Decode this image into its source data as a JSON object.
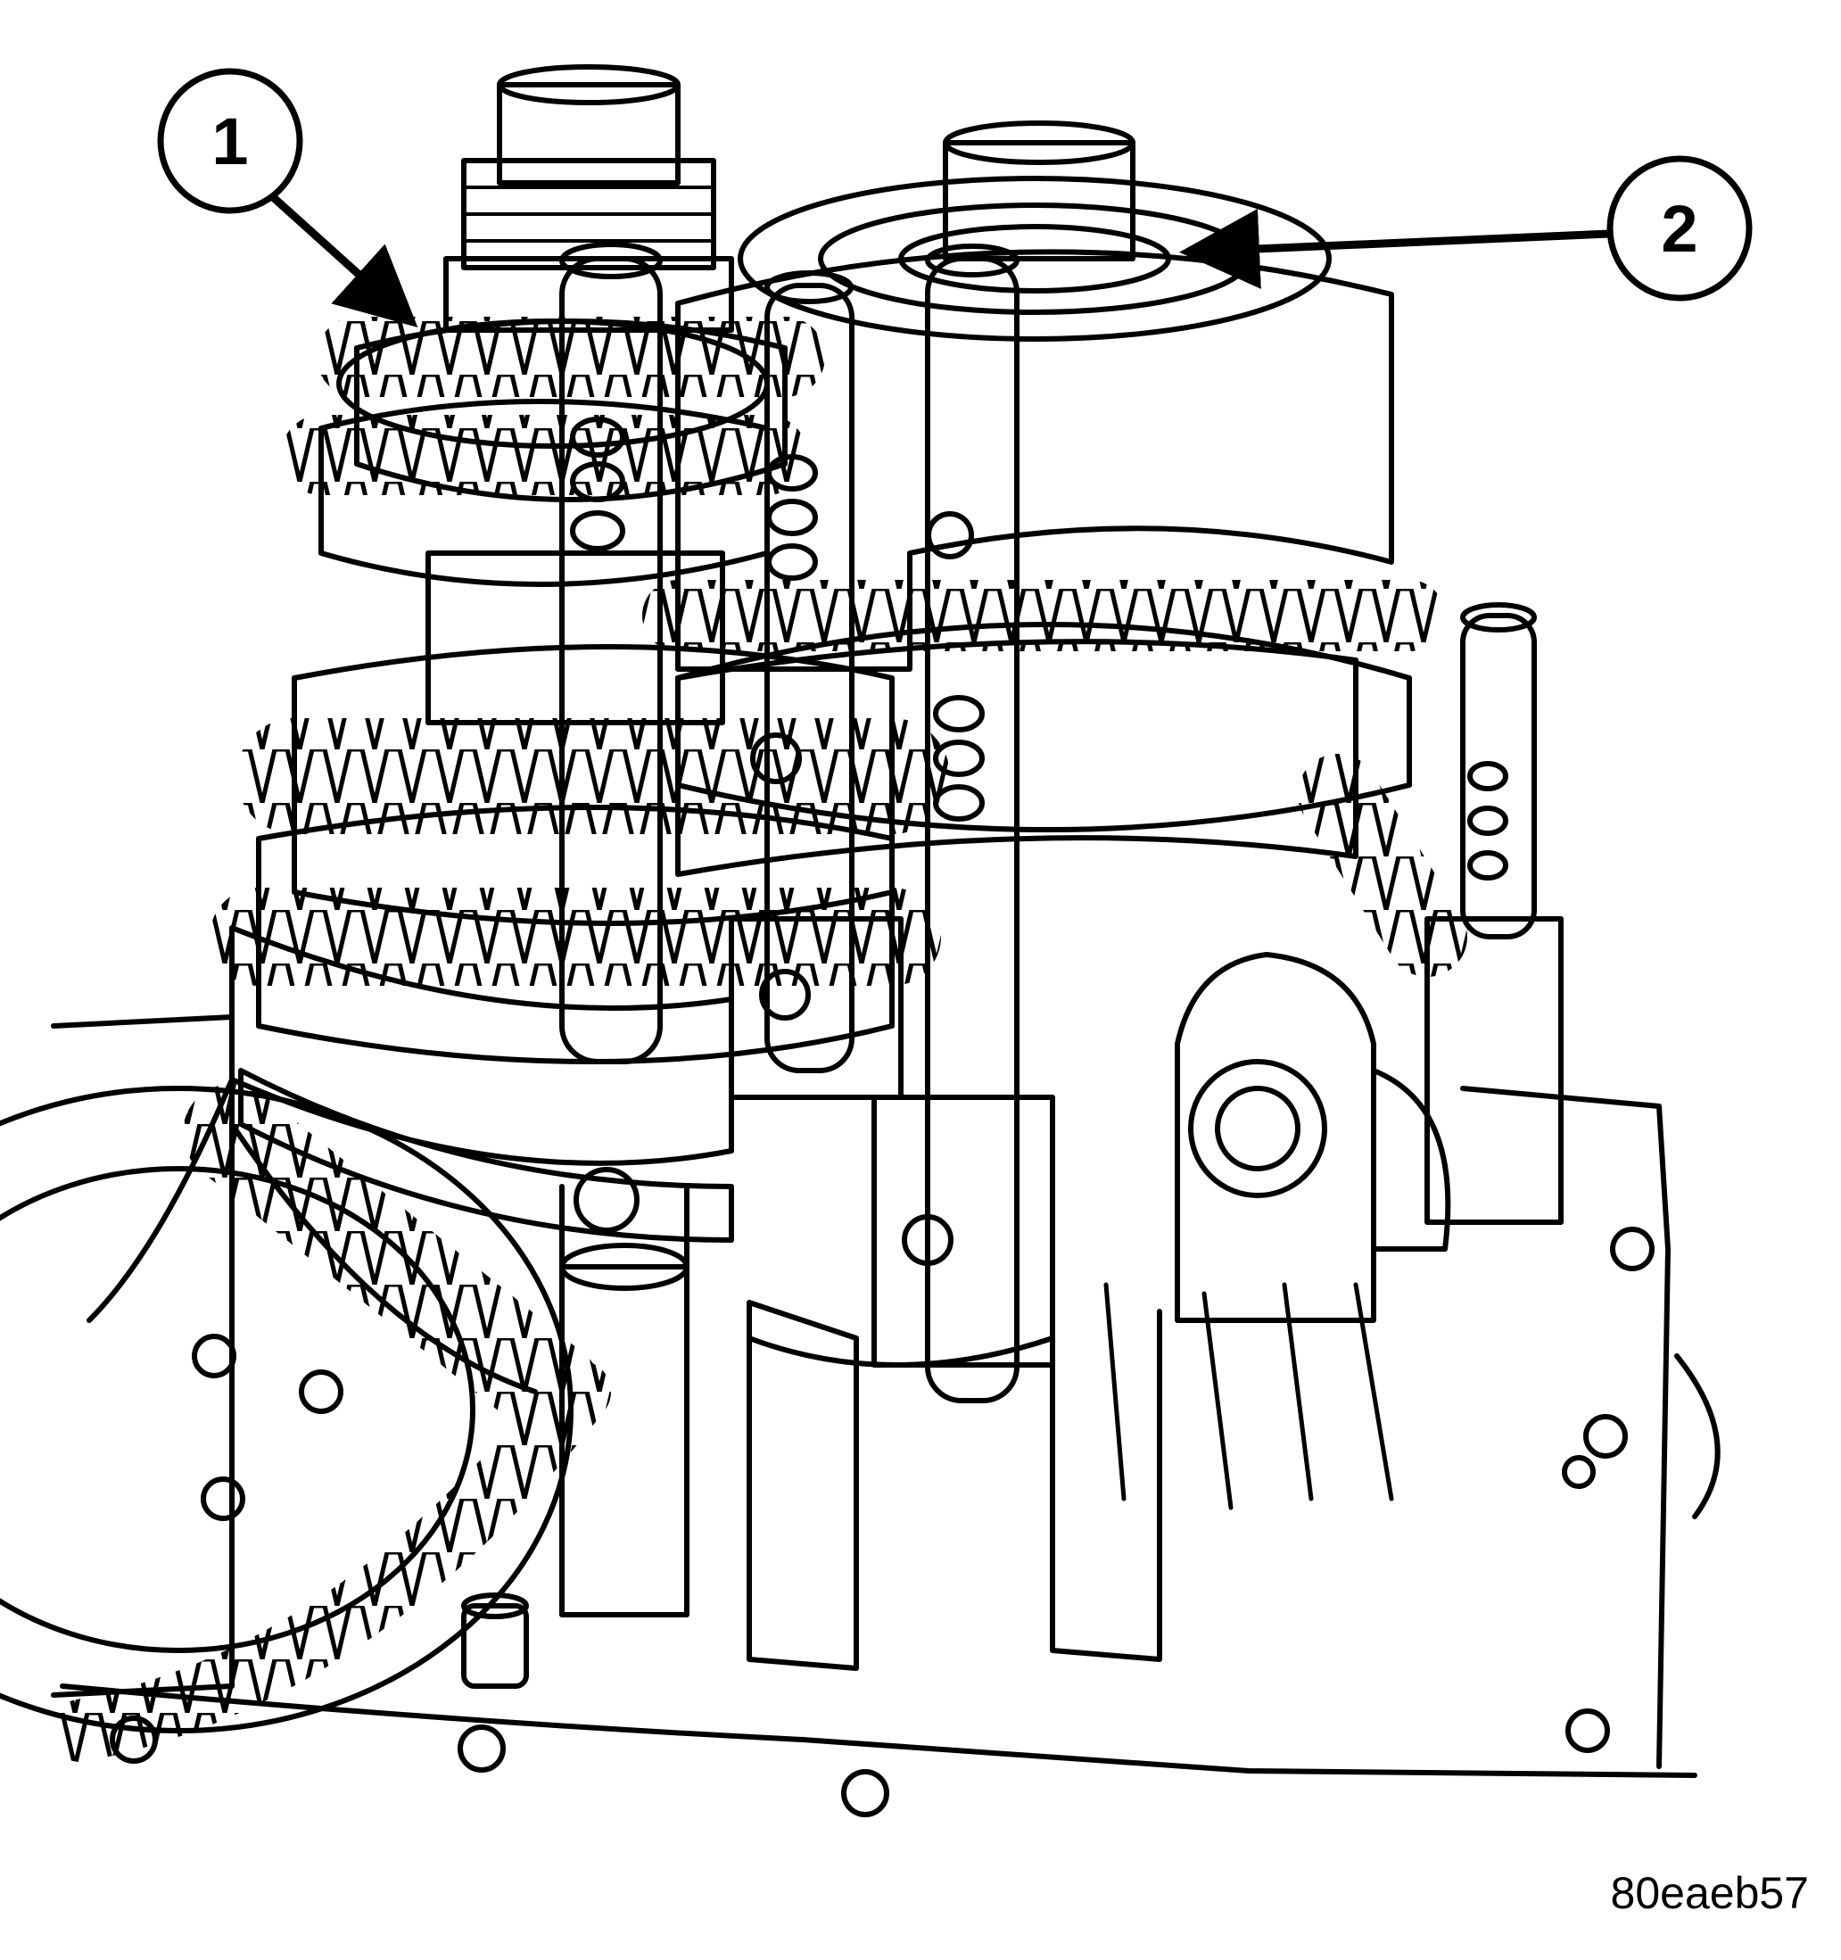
{
  "callouts": [
    {
      "label": "1"
    },
    {
      "label": "2"
    }
  ],
  "figure_code": "80eaeb57",
  "colors": {
    "ink": "#000000",
    "paper": "#ffffff"
  },
  "icons": [
    "gear-cluster-drawing",
    "callout-arrow"
  ]
}
